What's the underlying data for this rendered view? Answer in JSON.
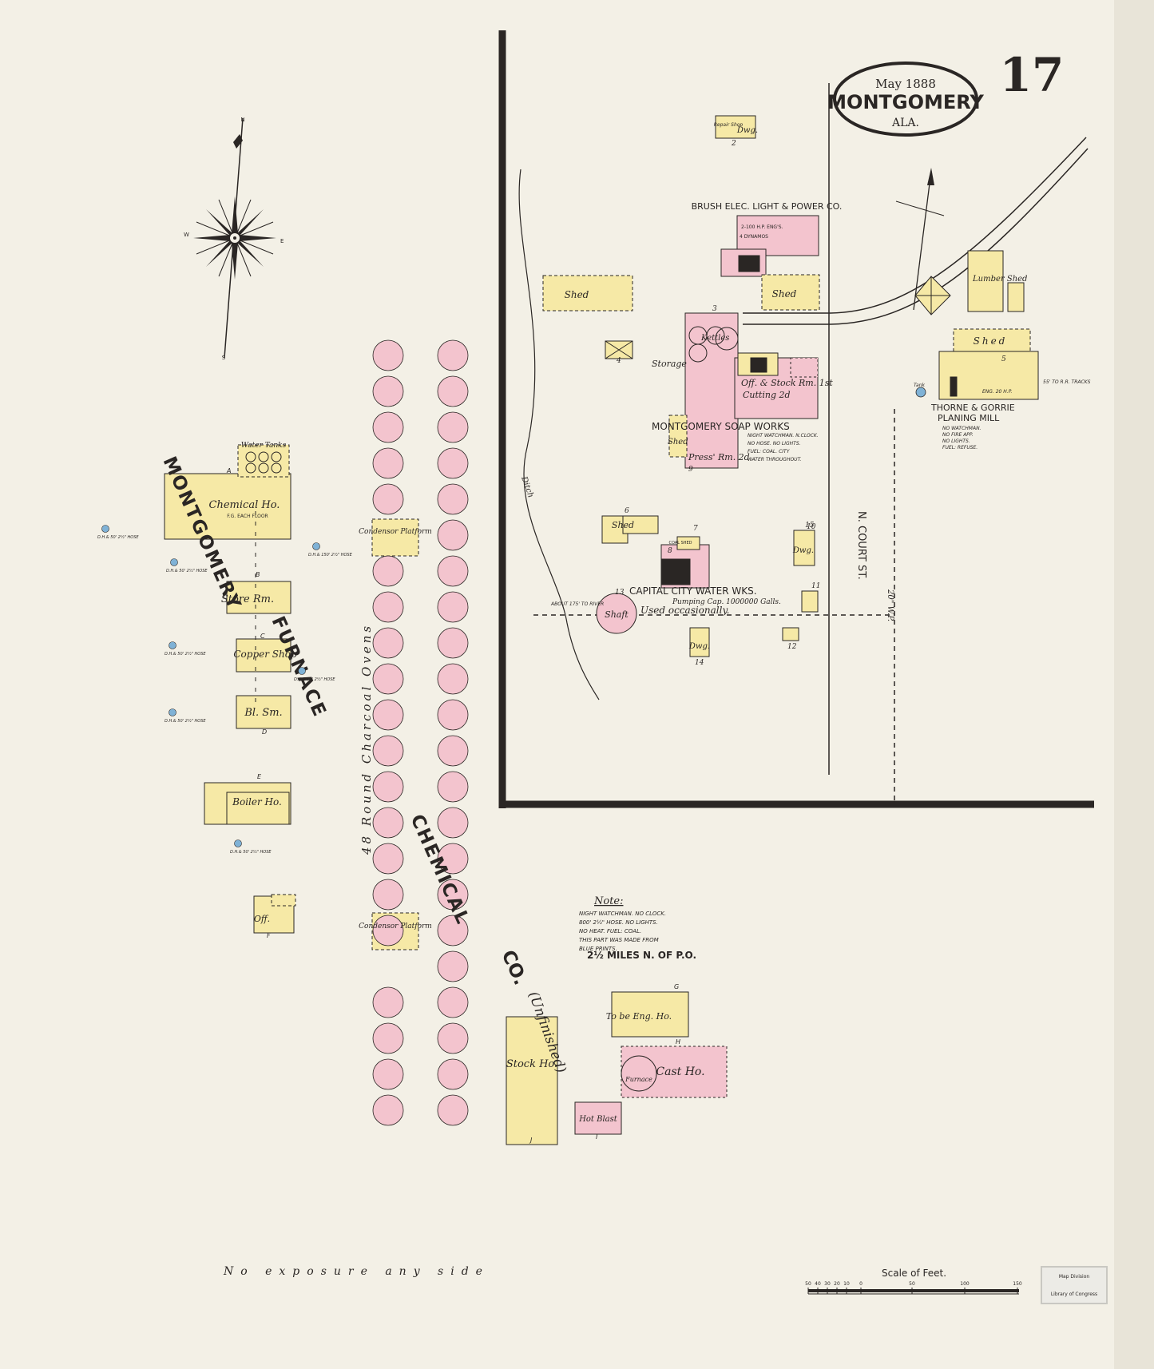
{
  "title": {
    "date": "May 1888",
    "city": "MONTGOMERY",
    "state": "ALA.",
    "sheet": "17"
  },
  "compass": {
    "n": "N",
    "s": "S",
    "e": "E",
    "w": "W"
  },
  "colors": {
    "paper": "#f3f0e6",
    "frame_stone": "#f6e9a6",
    "brick": "#f3c4ce",
    "ink": "#2a2624",
    "hydrant": "#7fb2d6"
  },
  "furnace_co": {
    "name_line1": "MONTGOMERY",
    "name_line2": "FURNACE",
    "name_line3": "CHEMICAL",
    "name_line4": "CO.",
    "chemical_ho": "Chemical Ho.",
    "chemical_ho_note": "F.G. EACH FLOOR",
    "water_tanks": "Water Tanks",
    "store_rm": "Store Rm.",
    "copper_shop": "Copper Shop",
    "bl_sm": "Bl. Sm.",
    "boiler_ho": "Boiler Ho.",
    "off": "Off.",
    "condensor_platform": "Condensor Platform",
    "ovens_label": "48 Round Charcoal Ovens",
    "stock_ho": "Stock Ho.",
    "unfinished": "(Unfinished)",
    "to_be_eng_ho": "To be Eng. Ho.",
    "cast_ho": "Cast Ho.",
    "furnace_small": "Furnace",
    "hot_blast": "Hot Blast",
    "letters": [
      "A",
      "B",
      "C",
      "D",
      "E",
      "F",
      "G",
      "H",
      "I",
      "J"
    ],
    "hydrant_notes": [
      "D.H.& 50' 2½\" HOSE",
      "D.H.& 50' 2½\" HOSE",
      "D.H.& 150' 2½\" HOSE",
      "D.H.& 50' 2½\" HOSE",
      "D.H.& 50' 2½\" HOSE",
      "D.H.& 50' 2½\" HOSE",
      "D.H.& 50' 2½\" HOSE"
    ]
  },
  "note": {
    "heading": "Note:",
    "lines": [
      "NIGHT WATCHMAN. NO CLOCK.",
      "800' 2½\" HOSE. NO LIGHTS.",
      "NO HEAT. FUEL: COAL.",
      "THIS PART WAS MADE FROM",
      "BLUE PRINTS."
    ],
    "distance": "2½ MILES N. OF P.O."
  },
  "soap_works": {
    "name": "MONTGOMERY SOAP WORKS",
    "kettles": "Kettles",
    "storage": "Storage",
    "off_stock": "Off. & Stock Rm. 1st",
    "cutting": "Cutting 2d",
    "press_rm": "Press' Rm. 2d",
    "shed": "Shed",
    "notes": [
      "NIGHT WATCHMAN. N.CLOCK.",
      "NO HOSE. NO LIGHTS.",
      "FUEL: COAL. CITY",
      "WATER THROUGHOUT."
    ]
  },
  "brush_electric": {
    "name": "BRUSH ELEC. LIGHT & POWER CO.",
    "engines": "2-100 H.P. ENG'S.",
    "dynamos": "4 DYNAMOS",
    "shed": "Shed"
  },
  "water_works": {
    "name": "CAPITAL CITY WATER WKS.",
    "pumping": "Pumping Cap. 1000000 Galls.",
    "used": "Used occasionally.",
    "shaft": "Shaft",
    "coal_shed": "COAL SHED",
    "about_river": "ABOUT 175' TO RIVER",
    "pipe": "20\" W.P."
  },
  "planing_mill": {
    "name_line1": "THORNE & GORRIE",
    "name_line2": "PLANING MILL",
    "notes": [
      "NO WATCHMAN.",
      "NO FIRE APP.",
      "NO LIGHTS.",
      "FUEL: REFUSE."
    ],
    "shed": "Shed",
    "lumber_shed": "Lumber Shed",
    "rr_note": "55' TO R.R. TRACKS",
    "tank": "Tank",
    "eng": "ENG. 20 H.P."
  },
  "misc": {
    "shed": "Shed",
    "dwg": "Dwg.",
    "repair_shop": "Repair Shop",
    "n_court_st": "N. COURT ST.",
    "ditch": "Ditch",
    "no_exposure": "No exposure any side",
    "scale_title": "Scale of Feet.",
    "scale_ticks": [
      "50",
      "40",
      "30",
      "20",
      "10",
      "0",
      "50",
      "100",
      "150"
    ],
    "numbers": [
      "2",
      "3",
      "4",
      "5",
      "6",
      "7",
      "8",
      "9",
      "10",
      "11",
      "12",
      "13",
      "14",
      "15"
    ],
    "stamp_line1": "Map Division",
    "stamp_line2": "Library of Congress"
  }
}
